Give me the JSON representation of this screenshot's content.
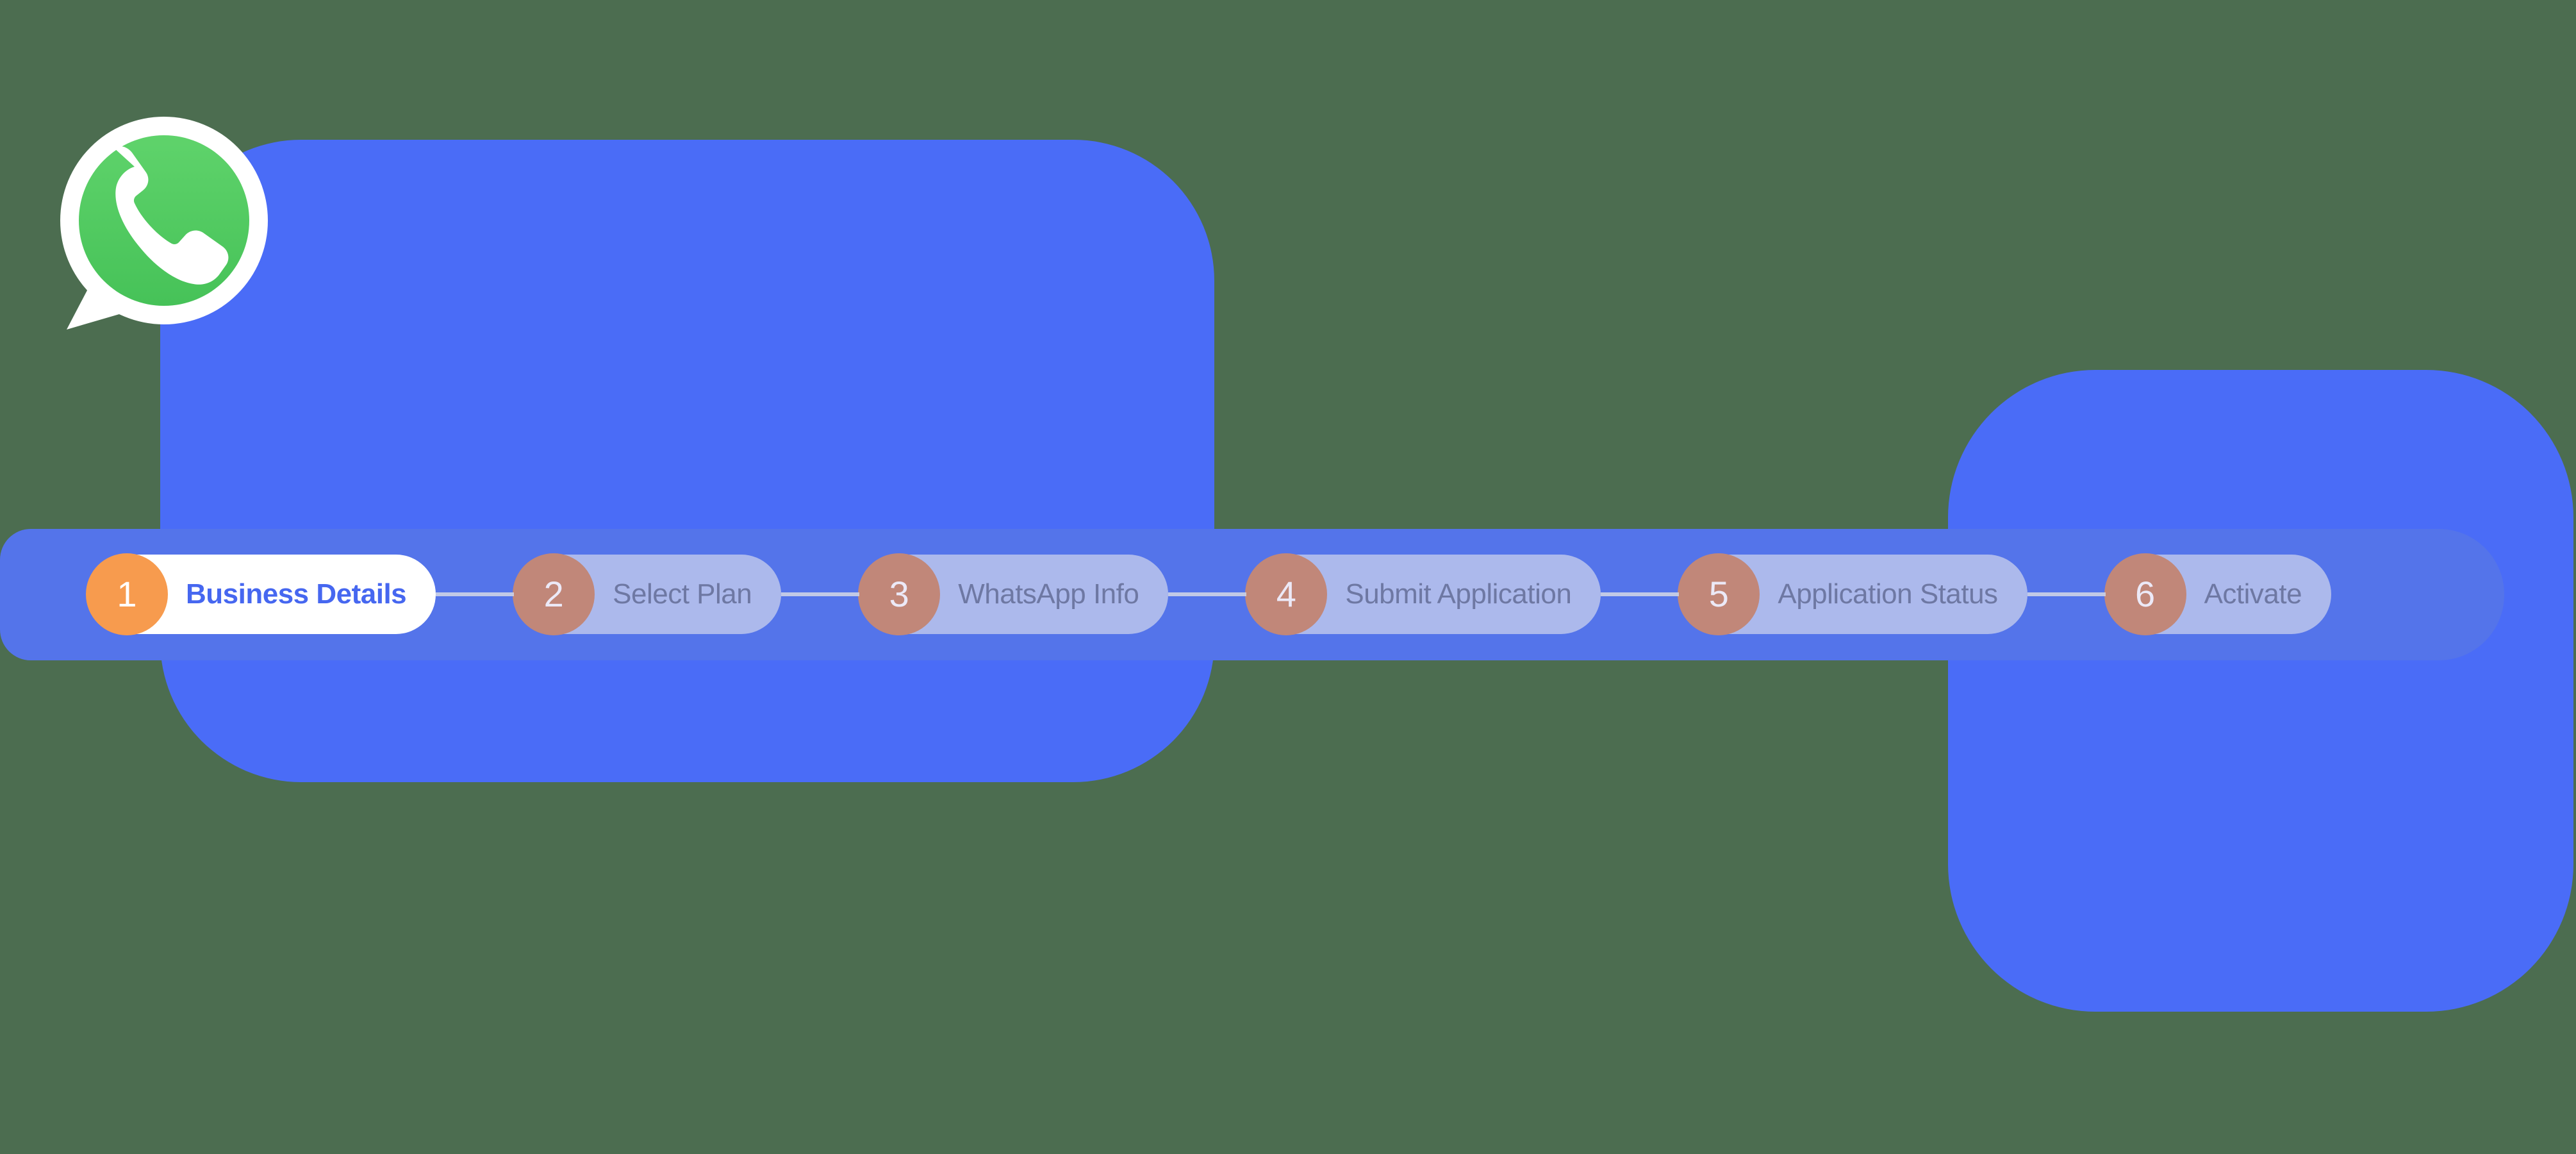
{
  "colors": {
    "page_bg": "#4c6d50",
    "card": "#4a6cf7",
    "band": "#5474ea",
    "active_pill_bg": "#ffffff",
    "active_text": "#4667f0",
    "active_circle": "#f79b4e",
    "active_number": "#ffffff",
    "inactive_pill_bg": "#acb9ec",
    "inactive_text": "#6e78a3",
    "inactive_circle": "#c18779",
    "inactive_number": "#ece9f7",
    "connector": "#cdd3e6",
    "whatsapp_green_light": "#5fd36b",
    "whatsapp_green_dark": "#46c258",
    "whatsapp_ring": "#ffffff"
  },
  "stepper": {
    "steps": [
      {
        "number": "1",
        "label": "Business Details",
        "state": "active"
      },
      {
        "number": "2",
        "label": "Select Plan",
        "state": "upcoming"
      },
      {
        "number": "3",
        "label": "WhatsApp Info",
        "state": "upcoming"
      },
      {
        "number": "4",
        "label": "Submit Application",
        "state": "upcoming"
      },
      {
        "number": "5",
        "label": "Application Status",
        "state": "upcoming"
      },
      {
        "number": "6",
        "label": "Activate",
        "state": "upcoming"
      }
    ]
  }
}
